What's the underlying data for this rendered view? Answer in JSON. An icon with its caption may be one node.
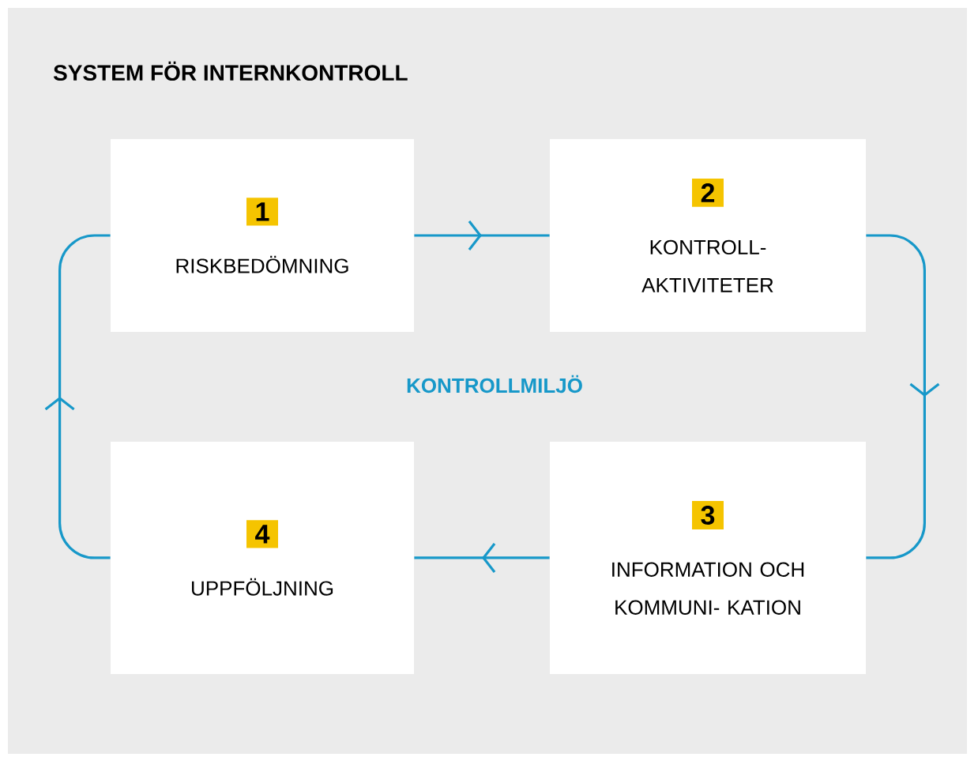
{
  "diagram": {
    "title": "SYSTEM FÖR INTERNKONTROLL",
    "nodes": [
      {
        "text": [
          "1",
          "RISKBEDÖMNING"
        ]
      },
      {
        "text": [
          "2",
          "KONTROLL- AKTIVITETER"
        ]
      },
      {
        "text": [
          "3",
          "INFORMATION OCH KOMMUNI- KATION"
        ]
      },
      {
        "text": [
          "4",
          "UPPFÖLJNING"
        ]
      }
    ],
    "edges": [
      {
        "from": 0,
        "to": 1,
        "arrow": "to"
      },
      {
        "from": 1,
        "to": 2,
        "arrow": "to"
      },
      {
        "from": 2,
        "to": 3,
        "arrow": "to"
      },
      {
        "from": 3,
        "to": 0,
        "arrow": "to"
      }
    ],
    "labels": [
      "KONTROLLMILJÖ"
    ]
  }
}
